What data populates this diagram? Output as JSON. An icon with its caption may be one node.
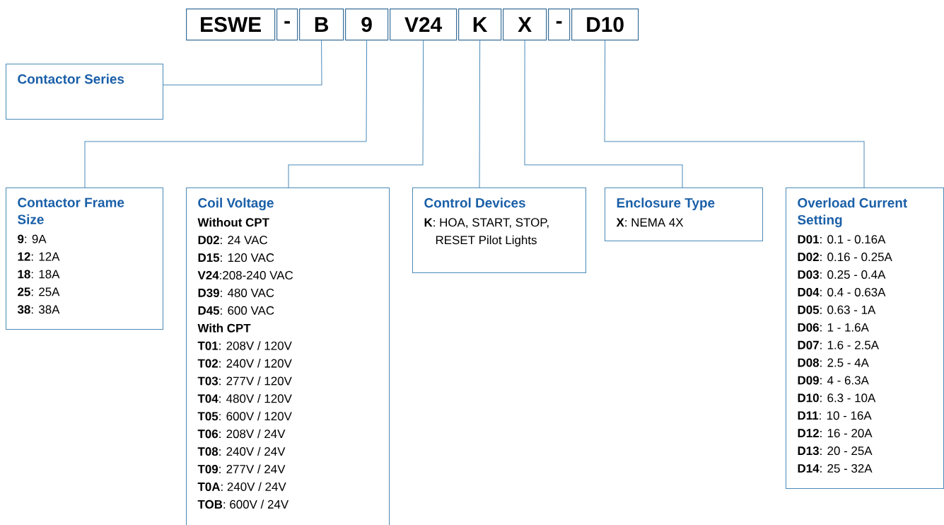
{
  "diagram": {
    "nodes": [
      {
        "text": [
          "ESWE"
        ]
      },
      {
        "text": [
          "-"
        ]
      },
      {
        "text": [
          "B"
        ]
      },
      {
        "text": [
          "9"
        ]
      },
      {
        "text": [
          "V24"
        ]
      },
      {
        "text": [
          "K"
        ]
      },
      {
        "text": [
          "X"
        ]
      },
      {
        "text": [
          "-"
        ]
      },
      {
        "text": [
          "D10"
        ]
      },
      {
        "text": [
          "Contactor Series"
        ]
      },
      {
        "text": [
          "Contactor Frame Size",
          "**9**: 9A",
          "**12**: 12A",
          "**18**: 18A",
          "**25**: 25A",
          "**38**: 38A"
        ]
      },
      {
        "text": [
          "Coil Voltage",
          "**Without CPT**",
          "**D02**: 24 VAC",
          "**D15**: 120 VAC",
          "**V24**:208-240 VAC",
          "**D39**: 480 VAC",
          "**D45**: 600 VAC",
          "**With CPT**",
          "**T01**: 208V / 120V",
          "**T02**: 240V / 120V",
          "**T03**: 277V / 120V",
          "**T04**: 480V / 120V",
          "**T05**: 600V / 120V",
          "**T06**: 208V / 24V",
          "**T08**: 240V / 24V",
          "**T09**: 277V / 24V",
          "**T0A**: 240V / 24V",
          "**TOB**: 600V / 24V"
        ]
      },
      {
        "text": [
          "Control Devices",
          "**K**: HOA, START, STOP, RESET Pilot Lights"
        ]
      },
      {
        "text": [
          "Enclosure Type",
          "**X**: NEMA 4X"
        ]
      },
      {
        "text": [
          "Overload Current Setting",
          "**D01**: 0.1 - 0.16A",
          "**D02**: 0.16 - 0.25A",
          "**D03**: 0.25 - 0.4A",
          "**D04**: 0.4 - 0.63A",
          "**D05**: 0.63 - 1A",
          "**D06**: 1 - 1.6A",
          "**D07**: 1.6 - 2.5A",
          "**D08**: 2.5 - 4A",
          "**D09**: 4 - 6.3A",
          "**D10**: 6.3 - 10A",
          "**D11**: 10 - 16A",
          "**D12**: 16 - 20A",
          "**D13**: 20 - 25A",
          "**D14**: 25 - 32A"
        ]
      }
    ],
    "edges": [
      {
        "from": 2,
        "to": 9,
        "arrow": "none"
      },
      {
        "from": 3,
        "to": 10,
        "arrow": "none"
      },
      {
        "from": 4,
        "to": 11,
        "arrow": "none"
      },
      {
        "from": 5,
        "to": 12,
        "arrow": "none"
      },
      {
        "from": 6,
        "to": 13,
        "arrow": "none"
      },
      {
        "from": 8,
        "to": 14,
        "arrow": "none"
      }
    ]
  }
}
